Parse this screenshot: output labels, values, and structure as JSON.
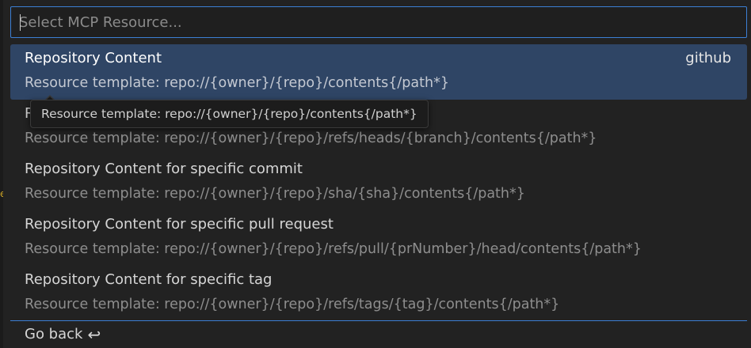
{
  "search": {
    "placeholder": "Select MCP Resource..."
  },
  "items": [
    {
      "title": "Repository Content",
      "description": "Resource template: repo://{owner}/{repo}/contents{/path*}",
      "source": "github",
      "selected": true
    },
    {
      "title": "R",
      "description": "Resource template: repo://{owner}/{repo}/refs/heads/{branch}/contents{/path*}",
      "selected": false
    },
    {
      "title": "Repository Content for specific commit",
      "description": "Resource template: repo://{owner}/{repo}/sha/{sha}/contents{/path*}",
      "selected": false
    },
    {
      "title": "Repository Content for specific pull request",
      "description": "Resource template: repo://{owner}/{repo}/refs/pull/{prNumber}/head/contents{/path*}",
      "selected": false
    },
    {
      "title": "Repository Content for specific tag",
      "description": "Resource template: repo://{owner}/{repo}/refs/tags/{tag}/contents{/path*}",
      "selected": false
    }
  ],
  "tooltip": {
    "text": "Resource template: repo://{owner}/{repo}/contents{/path*}"
  },
  "footer": {
    "go_back_label": "Go back",
    "go_back_icon": "return-arrow-icon"
  },
  "colors": {
    "accent": "#3c7fd4",
    "selected_bg": "#2f4565"
  }
}
